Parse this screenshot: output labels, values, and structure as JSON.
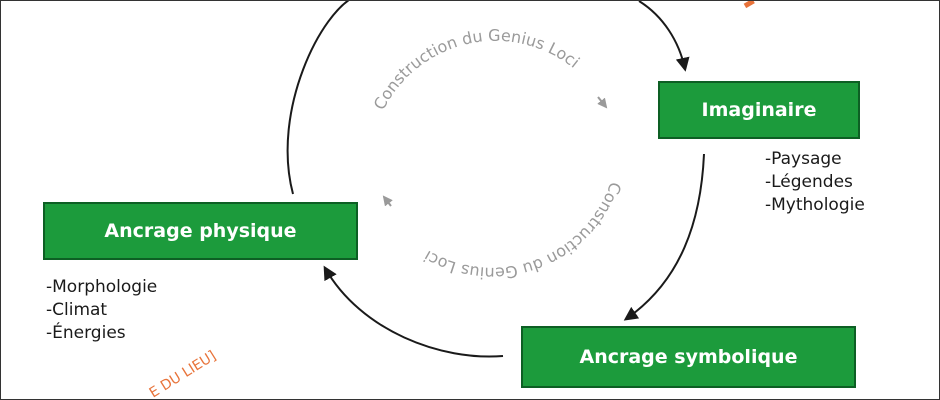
{
  "colors": {
    "box_fill": "#1c9b3c",
    "box_border": "#0d5f24",
    "cycle_stroke": "#1a1a1a",
    "inner_label": "#9a9a9a",
    "partial_text": "#e8733a"
  },
  "boxes": {
    "imaginaire": "Imaginaire",
    "ancrage_physique": "Ancrage physique",
    "ancrage_symbolique": "Ancrage symbolique"
  },
  "lists": {
    "imaginaire": [
      "-Paysage",
      "-Légendes",
      "-Mythologie"
    ],
    "ancrage_physique": [
      "-Morphologie",
      "-Climat",
      "-Énergies"
    ]
  },
  "inner_labels": {
    "top": "Construction du Genius Loci",
    "bottom": "Construction du Genius Loci"
  },
  "partial_texts": {
    "bottom_left": "E DU LIEU]"
  }
}
